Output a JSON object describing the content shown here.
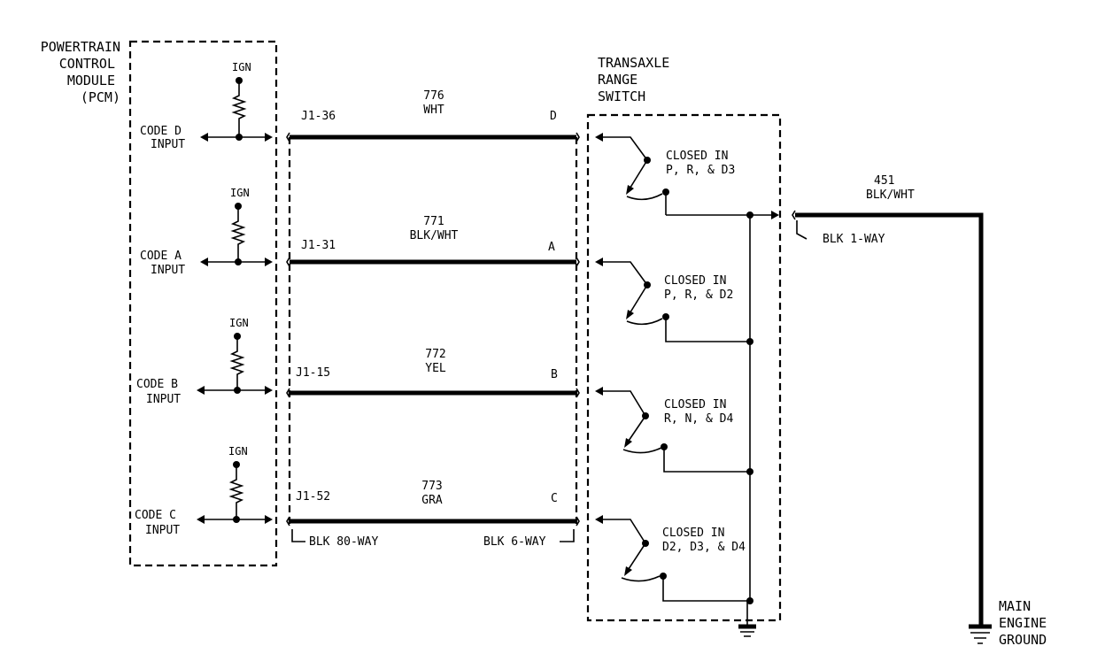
{
  "pcm": {
    "title_lines": [
      "POWERTRAIN",
      "CONTROL",
      "MODULE",
      "(PCM)"
    ],
    "ign_label": "IGN",
    "inputs": [
      {
        "line1": "CODE D",
        "line2": "INPUT"
      },
      {
        "line1": "CODE A",
        "line2": "INPUT"
      },
      {
        "line1": "CODE B",
        "line2": "INPUT"
      },
      {
        "line1": "CODE C",
        "line2": "INPUT"
      }
    ]
  },
  "wires": [
    {
      "pin": "J1-36",
      "circuit": "776",
      "color": "WHT",
      "terminal": "D"
    },
    {
      "pin": "J1-31",
      "circuit": "771",
      "color": "BLK/WHT",
      "terminal": "A"
    },
    {
      "pin": "J1-15",
      "circuit": "772",
      "color": "YEL",
      "terminal": "B"
    },
    {
      "pin": "J1-52",
      "circuit": "773",
      "color": "GRA",
      "terminal": "C"
    }
  ],
  "connectors": {
    "left": "BLK 80-WAY",
    "right": "BLK 6-WAY",
    "ground": "BLK 1-WAY"
  },
  "switch": {
    "title_lines": [
      "TRANSAXLE",
      "RANGE",
      "SWITCH"
    ],
    "contacts": [
      {
        "line1": "CLOSED IN",
        "line2": "P,  R,  & D3"
      },
      {
        "line1": "CLOSED IN",
        "line2": "P,  R,  & D2"
      },
      {
        "line1": "CLOSED IN",
        "line2": "R,  N,  & D4"
      },
      {
        "line1": "CLOSED IN",
        "line2": "D2,  D3,  & D4"
      }
    ]
  },
  "ground_wire": {
    "circuit": "451",
    "color": "BLK/WHT"
  },
  "main_ground": {
    "lines": [
      "MAIN",
      "ENGINE",
      "GROUND"
    ]
  }
}
